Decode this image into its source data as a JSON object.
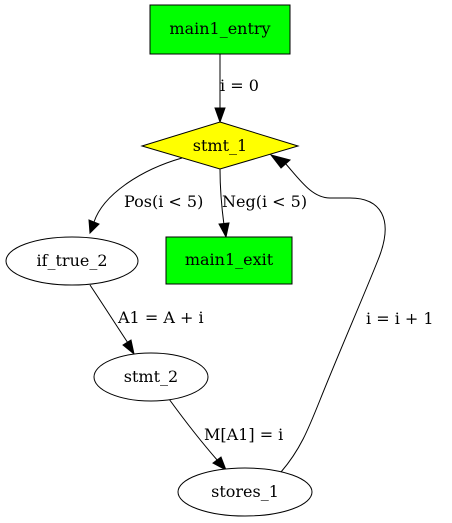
{
  "colors": {
    "entry_exit_fill": "#00ff00",
    "branch_fill": "#ffff00",
    "default_fill": "#ffffff",
    "stroke": "#000000"
  },
  "nodes": {
    "main1_entry": "main1_entry",
    "stmt_1": "stmt_1",
    "if_true_2": "if_true_2",
    "main1_exit": "main1_exit",
    "stmt_2": "stmt_2",
    "stores_1": "stores_1"
  },
  "node_shapes": {
    "main1_entry": "box",
    "stmt_1": "diamond",
    "if_true_2": "ellipse",
    "main1_exit": "box",
    "stmt_2": "ellipse",
    "stores_1": "ellipse"
  },
  "edges": [
    {
      "from": "main1_entry",
      "to": "stmt_1",
      "label": "i = 0"
    },
    {
      "from": "stmt_1",
      "to": "if_true_2",
      "label": "Pos(i < 5)"
    },
    {
      "from": "stmt_1",
      "to": "main1_exit",
      "label": "Neg(i < 5)"
    },
    {
      "from": "if_true_2",
      "to": "stmt_2",
      "label": "A1 = A + i"
    },
    {
      "from": "stmt_2",
      "to": "stores_1",
      "label": "M[A1] = i"
    },
    {
      "from": "stores_1",
      "to": "stmt_1",
      "label": "i = i + 1"
    }
  ]
}
